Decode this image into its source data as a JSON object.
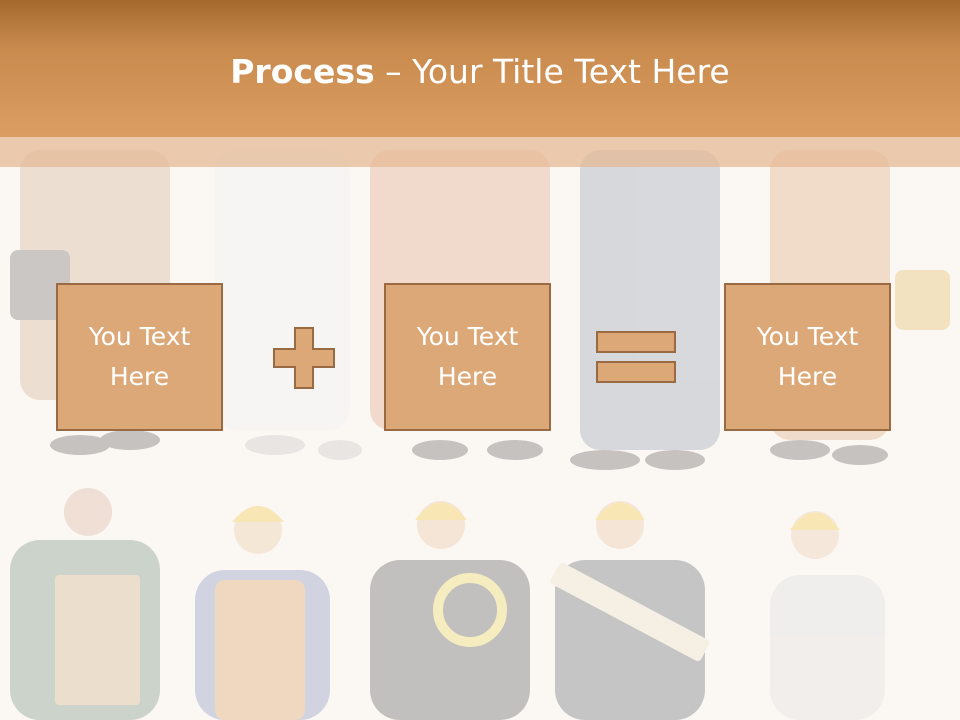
{
  "slide": {
    "title_bold": "Process",
    "title_dash": " – ",
    "title_rest": "Your Title Text Here"
  },
  "boxes": [
    {
      "text": "You Text\nHere"
    },
    {
      "text": "You Text\nHere"
    },
    {
      "text": "You Text\nHere"
    }
  ],
  "operators": [
    "plus-icon",
    "equals-icon"
  ],
  "colors": {
    "header": "#c98a4e",
    "box_fill": "#dca877",
    "box_border": "#9a6a43",
    "text": "#ffffff"
  }
}
